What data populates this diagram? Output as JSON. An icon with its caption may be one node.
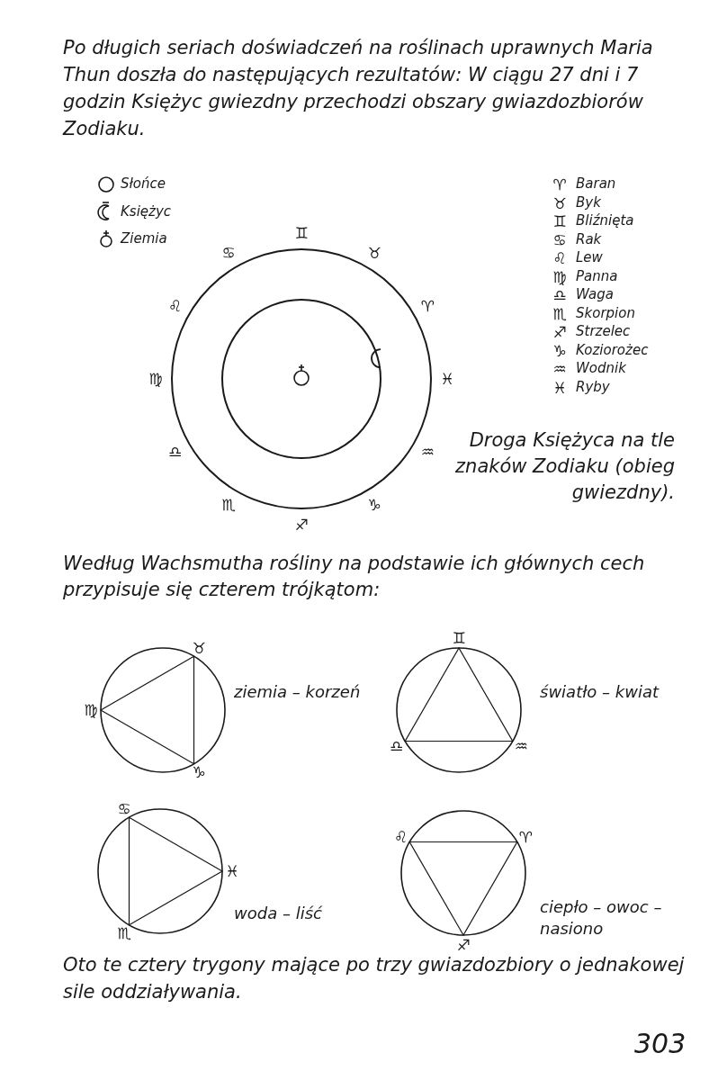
{
  "diagram": {
    "labels": [
      "Po długich seriach doświadczeń na roślinach uprawnych Maria Thun doszła do następujących rezultatów: W ciągu 27 dni i 7 godzin Księżyc gwiezdny przechodzi obszary gwiazdozbiorów Zodiaku.",
      "♊",
      "♋",
      "♉",
      "♌",
      "♈",
      "♍",
      "♓",
      "♎",
      "♒",
      "♏",
      "♑",
      "♐",
      "♈",
      "Baran",
      "♉",
      "Byk",
      "♊",
      "Bliźnięta",
      "♋",
      "Rak",
      "♌",
      "Lew",
      "♍",
      "Panna",
      "♎",
      "Waga",
      "♏",
      "Skorpion",
      "♐",
      "Strzelec",
      "♑",
      "Koziorożec",
      "♒",
      "Wodnik",
      "♓",
      "Ryby",
      "Droga Księżyca na tle znaków Zodiaku (obieg gwiezdny).",
      "Według Wachsmutha rośliny na podstawie ich głównych cech przypisuje się czterem trójkątom:",
      "♉",
      "♍",
      "♑",
      "ziemia – korzeń",
      "♊",
      "♎",
      "♒",
      "światło – kwiat",
      "♋",
      "♓",
      "♏",
      "woda – liść",
      "♌",
      "♈",
      "♐",
      "ciepło – owoc – nasiono",
      "Oto te cztery trygony mające po trzy gwiazdozbiory o jednakowej sile oddziaływania.",
      "303"
    ],
    "legend": [
      {
        "text": "Słońce"
      },
      {
        "text": "Księżyc"
      },
      {
        "text": "Ziemia"
      }
    ]
  }
}
